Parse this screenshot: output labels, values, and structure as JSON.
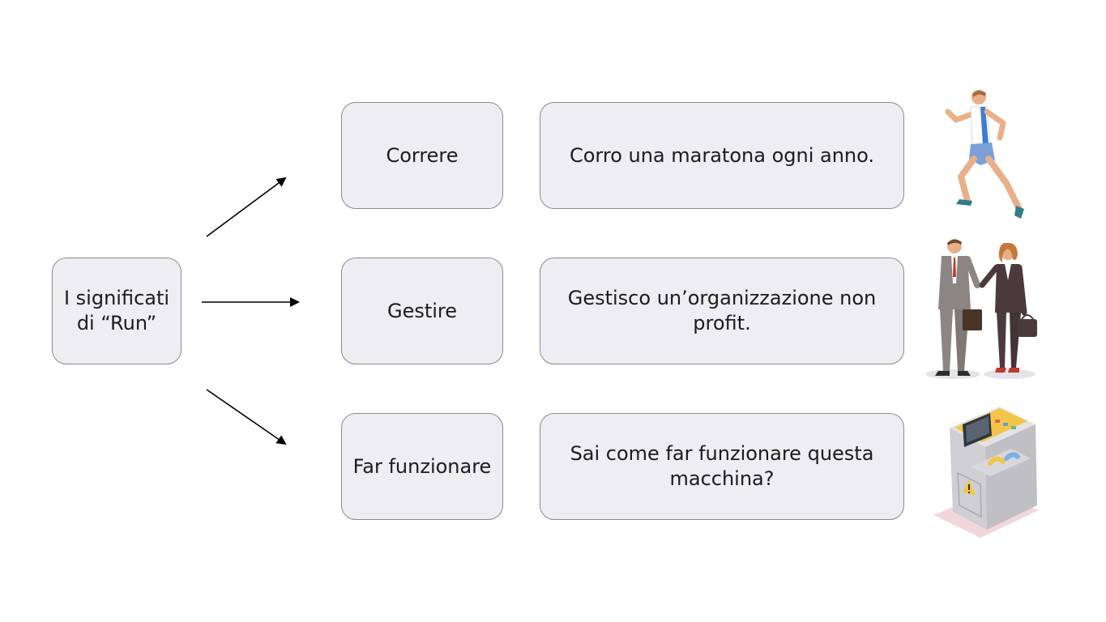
{
  "diagram": {
    "root": {
      "label": "I significati di “Run”"
    },
    "rows": [
      {
        "term": "Correre",
        "example": "Corro una maratona ogni anno.",
        "illustration": "runner-icon"
      },
      {
        "term": "Gestire",
        "example": "Gestisco un’organizzazione non profit.",
        "illustration": "business-people-icon"
      },
      {
        "term": "Far funzionare",
        "example": "Sai come far funzionare questa macchina?",
        "illustration": "machine-icon"
      }
    ]
  },
  "colors": {
    "box_fill": "#ededf2",
    "box_border": "#8a8a90",
    "text": "#1c1c1e",
    "arrow": "#000000"
  }
}
